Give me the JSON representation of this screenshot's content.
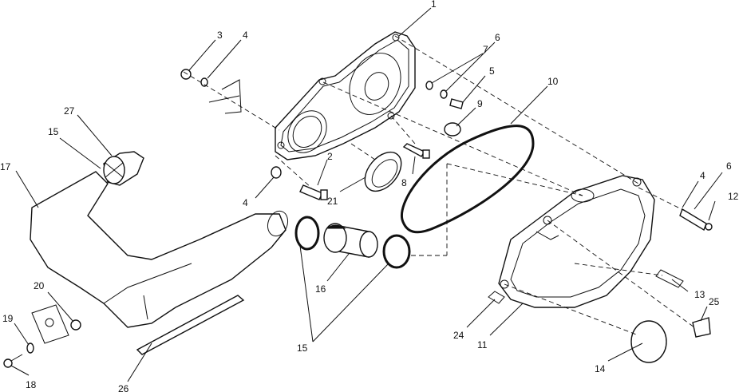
{
  "diagram": {
    "callouts": [
      {
        "id": "c1",
        "label": "1"
      },
      {
        "id": "c2",
        "label": "2"
      },
      {
        "id": "c3",
        "label": "3"
      },
      {
        "id": "c4a",
        "label": "4"
      },
      {
        "id": "c4b",
        "label": "4"
      },
      {
        "id": "c4c",
        "label": "4"
      },
      {
        "id": "c5",
        "label": "5"
      },
      {
        "id": "c6a",
        "label": "6"
      },
      {
        "id": "c6b",
        "label": "6"
      },
      {
        "id": "c7",
        "label": "7"
      },
      {
        "id": "c8",
        "label": "8"
      },
      {
        "id": "c9",
        "label": "9"
      },
      {
        "id": "c10",
        "label": "10"
      },
      {
        "id": "c11",
        "label": "11"
      },
      {
        "id": "c12",
        "label": "12"
      },
      {
        "id": "c13",
        "label": "13"
      },
      {
        "id": "c14",
        "label": "14"
      },
      {
        "id": "c15a",
        "label": "15"
      },
      {
        "id": "c15b",
        "label": "15"
      },
      {
        "id": "c16",
        "label": "16"
      },
      {
        "id": "c17",
        "label": "17"
      },
      {
        "id": "c18",
        "label": "18"
      },
      {
        "id": "c19",
        "label": "19"
      },
      {
        "id": "c20",
        "label": "20"
      },
      {
        "id": "c21",
        "label": "21"
      },
      {
        "id": "c24",
        "label": "24"
      },
      {
        "id": "c25",
        "label": "25"
      },
      {
        "id": "c26",
        "label": "26"
      },
      {
        "id": "c27",
        "label": "27"
      }
    ]
  }
}
